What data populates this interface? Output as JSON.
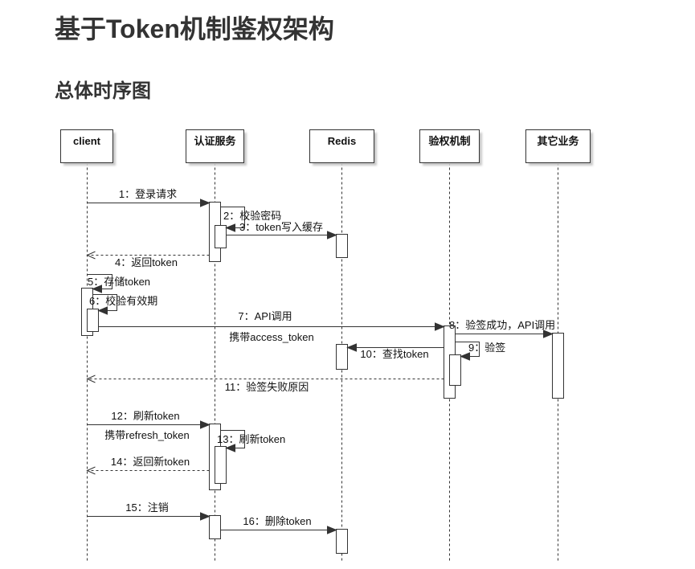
{
  "title": "基于Token机制鉴权架构",
  "subtitle": "总体时序图",
  "participants": [
    {
      "label": "client"
    },
    {
      "label": "认证服务"
    },
    {
      "label": "Redis"
    },
    {
      "label": "验权机制"
    },
    {
      "label": "其它业务"
    }
  ],
  "messages": [
    {
      "label": "1：登录请求"
    },
    {
      "label": "2：校验密码"
    },
    {
      "label": "3：token写入缓存"
    },
    {
      "label": "4：返回token"
    },
    {
      "label": "5：存储token"
    },
    {
      "label": "6：校验有效期"
    },
    {
      "label": "7：API调用",
      "note": "携带access_token"
    },
    {
      "label": "8：验签成功，API调用"
    },
    {
      "label": "9：验签"
    },
    {
      "label": "10：查找token"
    },
    {
      "label": "11：验签失败原因"
    },
    {
      "label": "12：刷新token",
      "note": "携带refresh_token"
    },
    {
      "label": "13：刷新token"
    },
    {
      "label": "14：返回新token"
    },
    {
      "label": "15：注销"
    },
    {
      "label": "16：删除token"
    }
  ],
  "colors": {
    "title": "#333333",
    "text": "#111111",
    "line": "#333333",
    "shadow": "#c8c8c8"
  }
}
